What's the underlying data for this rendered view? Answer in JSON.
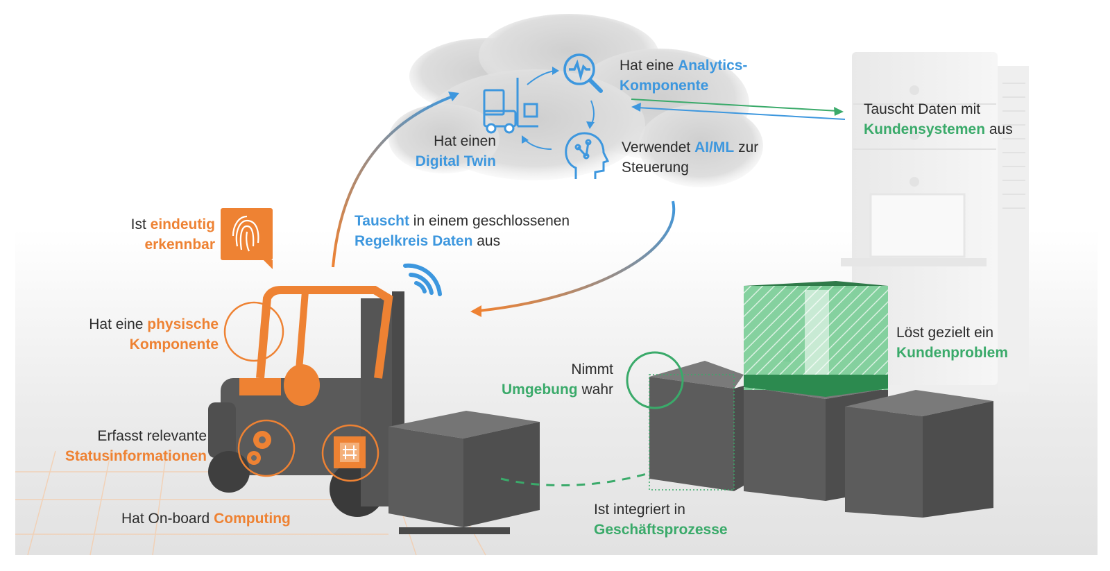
{
  "labels": {
    "eindeutig": {
      "pre": "Ist ",
      "hl": "eindeutig",
      "hl2": "erkennbar"
    },
    "physisch": {
      "pre": "Hat eine ",
      "hl": "physische",
      "hl2": "Komponente"
    },
    "status": {
      "line1": "Erfasst relevante",
      "hl": "Statusinformationen"
    },
    "computing": {
      "pre": "Hat On-board ",
      "hl": "Computing"
    },
    "digital_twin": {
      "line1": "Hat einen",
      "hl": "Digital Twin"
    },
    "analytics": {
      "pre": "Hat eine ",
      "hl": "Analytics-",
      "hl2": "Komponente"
    },
    "aiml": {
      "pre": "Verwendet ",
      "hl": "AI/ML",
      "post": " zur",
      "line2": "Steuerung"
    },
    "tauscht": {
      "hl": "Tauscht",
      "post": " in einem geschlossenen",
      "hl2": "Regelkreis Daten",
      "post2": " aus"
    },
    "kundensysteme": {
      "line1": "Tauscht Daten mit",
      "hl": "Kundensystemen",
      "post": " aus"
    },
    "kundenproblem": {
      "line1": "Löst gezielt ein",
      "hl": "Kundenproblem"
    },
    "umgebung": {
      "line1": "Nimmt",
      "hl": "Umgebung",
      "post": " wahr"
    },
    "geschaeft": {
      "line1": "Ist integriert in",
      "hl": "Geschäftsprozesse"
    }
  },
  "colors": {
    "orange": "#ee8233",
    "blue": "#3d97de",
    "green": "#3aaa6a",
    "dark_box": "#5c5c5c",
    "text": "#2b2b2b"
  },
  "icons": [
    "fingerprint-icon",
    "wifi-icon",
    "forklift-icon",
    "analytics-icon",
    "brain-icon",
    "gear-icon",
    "chip-icon",
    "cloud",
    "server"
  ]
}
